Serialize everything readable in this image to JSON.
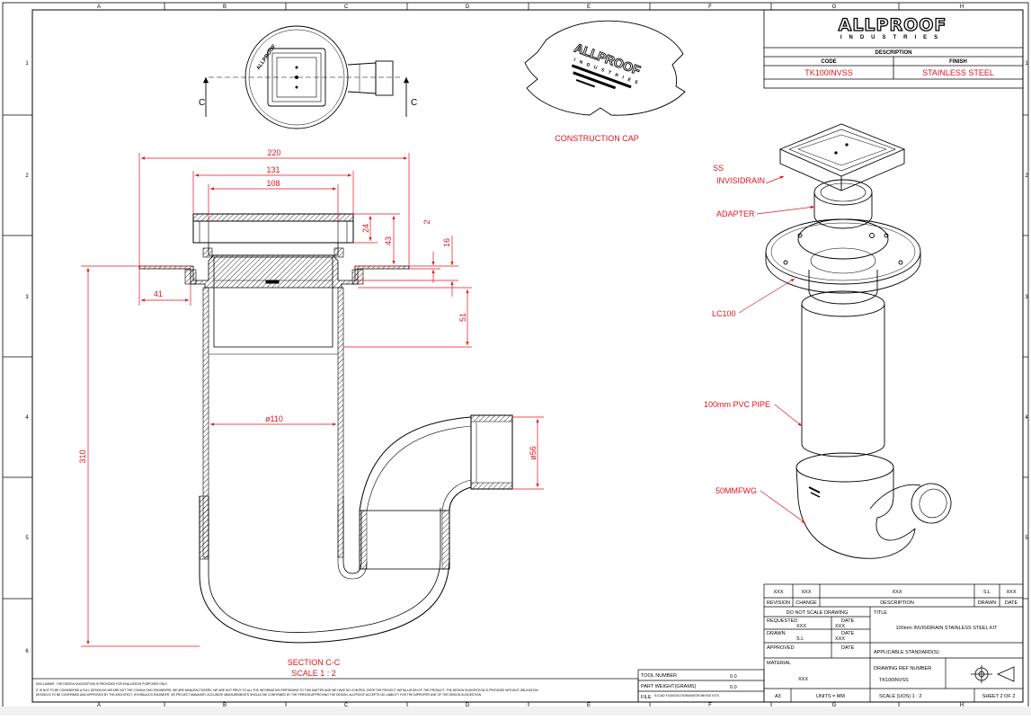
{
  "grid": {
    "cols": [
      "A",
      "B",
      "C",
      "D",
      "E",
      "F",
      "G",
      "H"
    ],
    "rows": [
      "1",
      "2",
      "3",
      "4",
      "5",
      "6"
    ]
  },
  "title_block_top": {
    "brand_name": "ALLPROOF",
    "brand_sub": "INDUSTRIES",
    "description_label": "DESCRIPTION",
    "code_label": "CODE",
    "finish_label": "FINISH",
    "code_value": "TK100INVSS",
    "finish_value": "STAINLESS STEEL"
  },
  "section": {
    "marker": "C",
    "title": "SECTION C-C",
    "scale": "SCALE 1 : 2"
  },
  "dimensions": {
    "d220": "220",
    "d131": "131",
    "d108": "108",
    "d24": "24",
    "d43": "43",
    "d2": "2",
    "d16": "16",
    "d41": "41",
    "d51": "51",
    "d310": "310",
    "d110": "ø110",
    "d56": "ø56"
  },
  "cap": {
    "label": "CONSTRUCTION CAP",
    "brand": "ALLPROOF",
    "sub": "INDUSTRIES"
  },
  "callouts": {
    "ss_line1": "SS",
    "ss_line2": "INVISIDRAIN",
    "adapter": "ADAPTER",
    "lc100": "LC100",
    "pipe": "100mm PVC PIPE",
    "fwg": "50MMFWG"
  },
  "revision": {
    "row": [
      "XXX",
      "XXX",
      "XXX",
      "S.L",
      "XXX"
    ],
    "headers": [
      "REVISION",
      "CHANGE",
      "DESCRIPTION",
      "DRAWN",
      "DATE"
    ]
  },
  "title_block": {
    "do_not_scale": "DO NOT SCALE DRAWING",
    "title_label": "TITLE",
    "requested_label": "REQUESTED",
    "date_label": "DATE",
    "requested_value": "XXX",
    "requested_date": "XXX",
    "drawn_label": "DRAWN",
    "drawn_value": "S.L",
    "drawn_date": "XXX",
    "title_value": "100mm INVISIDRAIN STAINLESS STEEL KIT",
    "approved_label": "APPROVED",
    "approved_date_label": "DATE",
    "standards_label": "APPLICABLE STANDARD(S):",
    "material_label": "MATERIAL",
    "material_value": "XXX",
    "drawing_ref_label": "DRAWING REF NUMBER",
    "drawing_ref_value": "TK100INVSS",
    "tool_number_label": "TOOL NUMBER",
    "tool_number_value": "0.0",
    "part_weight_label": "PART WEIGHT(GRAMS)",
    "part_weight_value": "0.0",
    "file_label": "FILE",
    "file_value": "S:\\CAD FILES\\2017\\DRAINS\\TK\\INV\\SS KITS",
    "sheet_size": "A3",
    "units": "UNITS = MM",
    "scale": "SCALE (UOS)     1 : 2",
    "sheet": "SHEET 2 OF 2"
  },
  "disclaimer": {
    "line1": "DISCLAIMER : THE DESIGN SUGGESTION IS PROVIDED FOR EVALUATION PURPOSES ONLY.",
    "line2": "IT IS NOT TO BE CONSIDERED A FULL DESIGN AS WE ARE NOT THE CONSULTING ENGINEERS, WE ARE MANUFACTURERS, WE ARE NOT PRIVY TO ALL THE INFORMATION PERTAINING TO THIS MATTER AND WE HAVE NO CONTROL OVER THE PROJECT INSTALLATION OF THE PRODUCT. THE DESIGN SUGGESTION IS PROVIDED WITHOUT OBLIGATION.",
    "line3": "DESIGN IS TO BE CONFIRMED AND APPROVED BY THE ARCHITECT, HYDRAULICS ENGINEER, OR PROJECT MANAGER. ACCURATE MEASUREMENTS SHOULD BE CONFIRMED BY THE PERSON APPROVING THE DESIGN. ALLPROOF ACCEPTS NO LIABILITY FOR THE IMPROPER USE OF THE DESIGN SUGGESTION."
  }
}
